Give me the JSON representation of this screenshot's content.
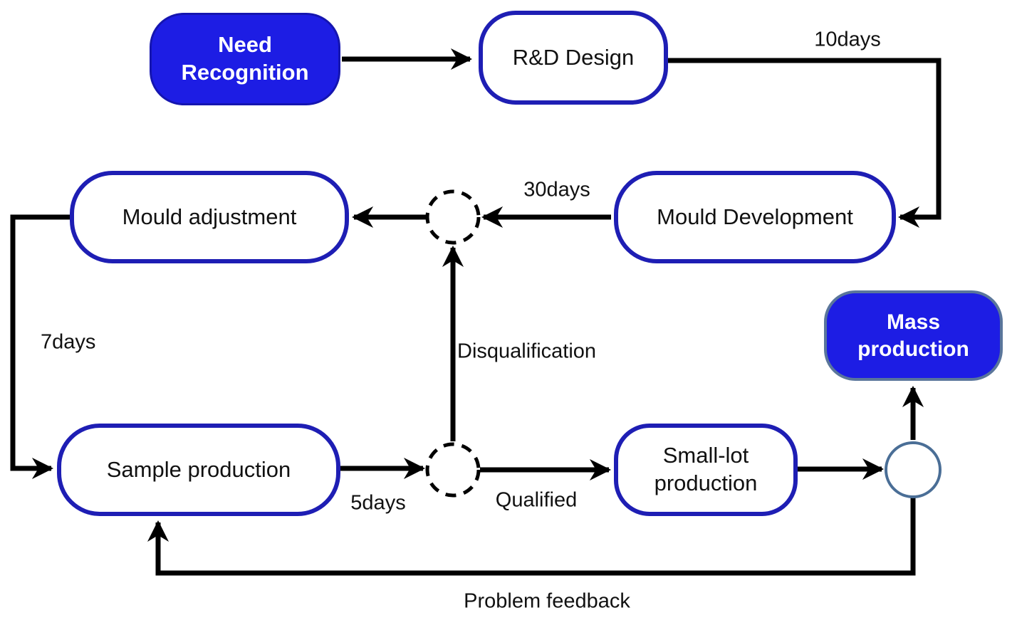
{
  "nodes": {
    "need_recognition": "Need Recognition",
    "rd_design": "R&D Design",
    "mould_adjustment": "Mould adjustment",
    "mould_development": "Mould Development",
    "mass_production": "Mass production",
    "sample_production": "Sample production",
    "small_lot_production": "Small-lot production"
  },
  "labels": {
    "rd_to_mould_dev": "10days",
    "mould_dev_to_check": "30days",
    "adjust_to_sample": "7days",
    "sample_to_check": "5days",
    "qualified": "Qualified",
    "disqualification": "Disqualification",
    "problem_feedback": "Problem feedback"
  },
  "colors": {
    "blue_fill": "#1d1de4",
    "blue_border": "#1e1eb4",
    "filled_border": "#1515b0",
    "mass_border": "#5a769b",
    "junction_border": "#4a6e96",
    "line_color": "#000000",
    "text_dark": "#111111",
    "text_light": "#ffffff",
    "bg": "#ffffff"
  }
}
